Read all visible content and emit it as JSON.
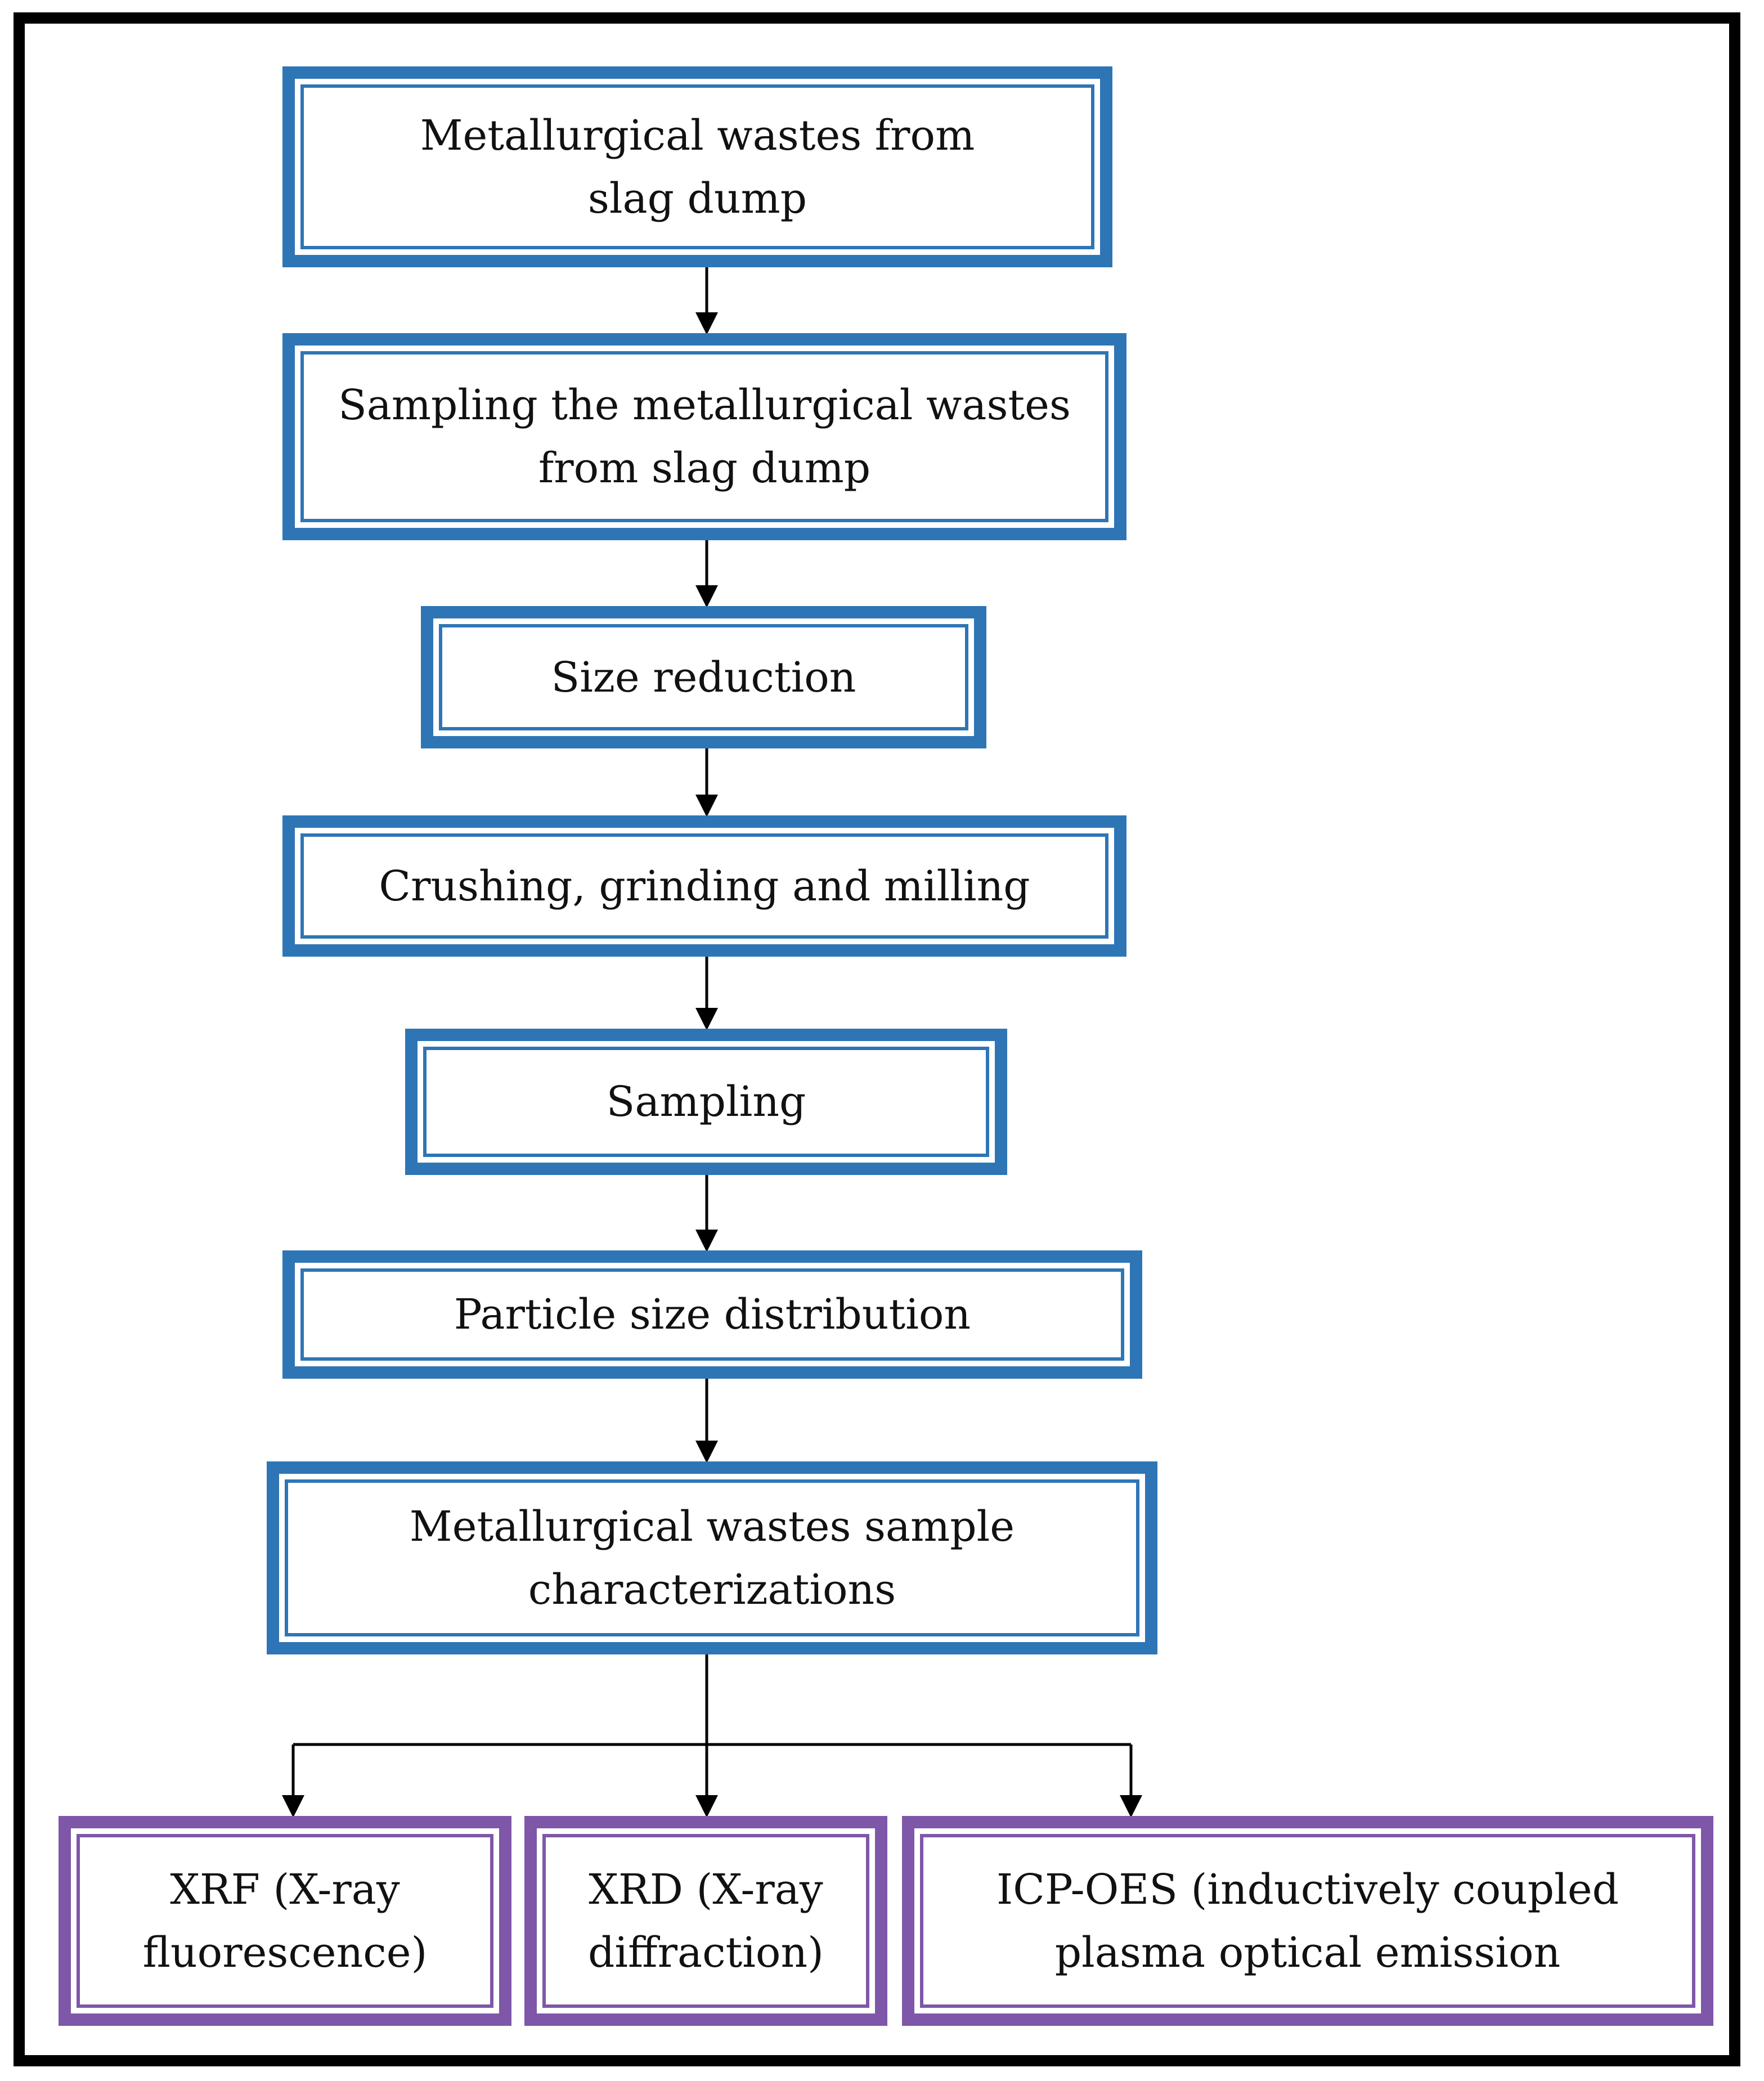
{
  "colors": {
    "step_border": "#2E75B6",
    "method_border": "#7E57A8",
    "frame": "#000000",
    "arrow": "#000000"
  },
  "steps": [
    {
      "label": "Metallurgical wastes from\nslag dump"
    },
    {
      "label": "Sampling the metallurgical wastes\nfrom slag dump"
    },
    {
      "label": "Size reduction"
    },
    {
      "label": "Crushing, grinding and milling"
    },
    {
      "label": "Sampling"
    },
    {
      "label": "Particle size distribution"
    },
    {
      "label": "Metallurgical wastes sample\ncharacterizations"
    }
  ],
  "methods": [
    {
      "label": "XRF (X-ray\nfluorescence)"
    },
    {
      "label": "XRD (X-ray\ndiffraction)"
    },
    {
      "label": "ICP-OES (inductively coupled\nplasma optical emission"
    }
  ]
}
